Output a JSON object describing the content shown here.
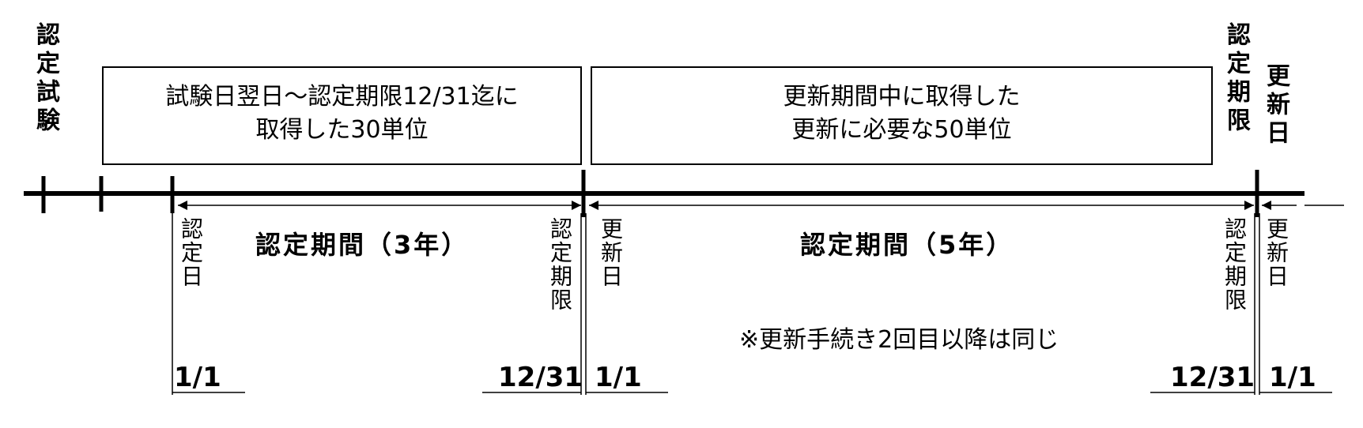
{
  "left_label": "認定試験",
  "boxes": [
    {
      "text": "試験日翌日～認定期限12/31迄に\n取得した30単位"
    },
    {
      "text": "更新期間中に取得した\n更新に必要な50単位"
    }
  ],
  "top_right_labels": [
    {
      "text": "認定期限"
    },
    {
      "text": "更新日"
    }
  ],
  "periods": [
    {
      "text": "認定期間（3年）"
    },
    {
      "text": "認定期間（5年）"
    }
  ],
  "markers": [
    {
      "label": "認定日",
      "date": "1/1"
    },
    {
      "label": "認定期限",
      "date": "12/31"
    },
    {
      "label": "更新日",
      "date": "1/1"
    },
    {
      "label": "認定期限",
      "date": "12/31"
    },
    {
      "label": "更新日",
      "date": "1/1"
    }
  ],
  "note": "※更新手続き2回目以降は同じ"
}
